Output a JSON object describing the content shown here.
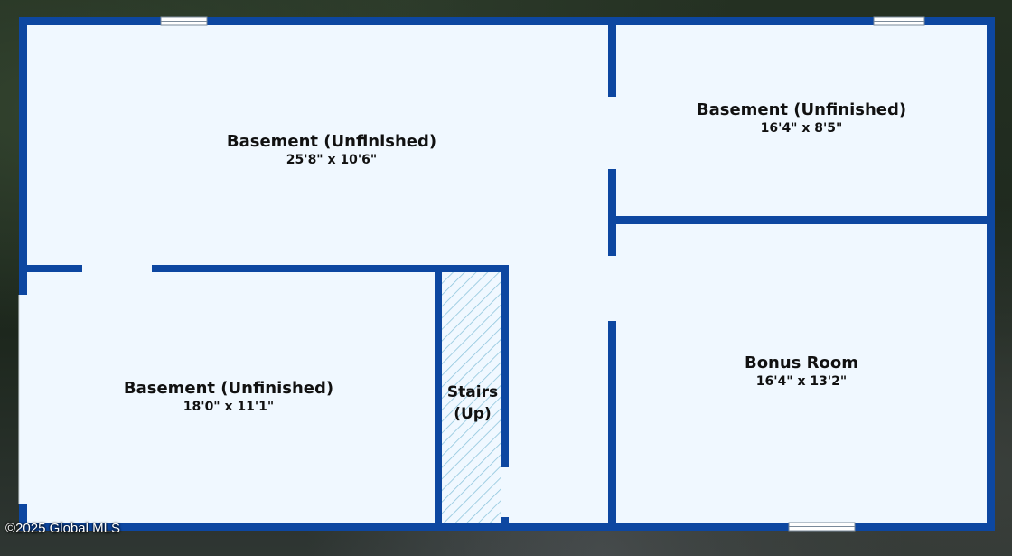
{
  "rooms": [
    {
      "name": "Basement (Unfinished)",
      "dimensions": "25'8\" x 10'6\""
    },
    {
      "name": "Basement (Unfinished)",
      "dimensions": "16'4\" x 8'5\""
    },
    {
      "name": "Basement (Unfinished)",
      "dimensions": "18'0\" x 11'1\""
    },
    {
      "name": "Bonus Room",
      "dimensions": "16'4\" x 13'2\""
    }
  ],
  "stairs": {
    "line1": "Stairs",
    "line2": "(Up)"
  },
  "copyright": "©2025 Global MLS",
  "colors": {
    "wall": "#0d47a1",
    "floor": "#f0f8ff",
    "stair_hatch": "#8ec5dc"
  }
}
